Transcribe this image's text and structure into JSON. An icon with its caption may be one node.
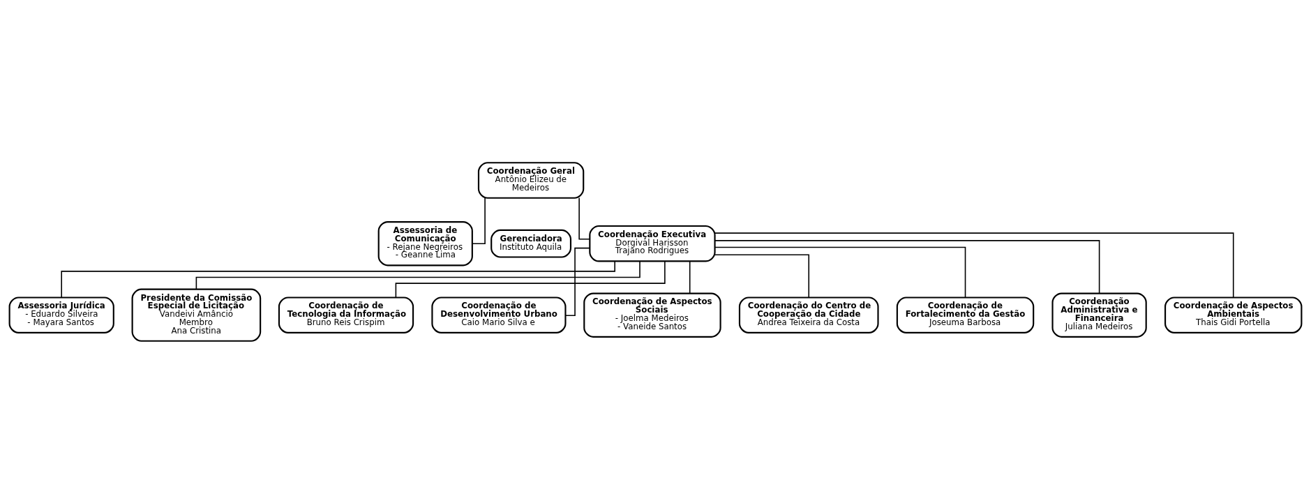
{
  "diagram": {
    "nodes": [
      {
        "text": [
          "Coordenação Geral",
          "Antônio Elizeu de Medeiros"
        ]
      },
      {
        "text": [
          "Assessoria de Comunicação",
          "- Rejane Negreiros",
          "- Geanne Lima"
        ]
      },
      {
        "text": [
          "Gerenciadora",
          "Instituto Aquila"
        ]
      },
      {
        "text": [
          "Coordenação Executiva",
          "Dorgival Harisson",
          "Trajano Rodrigues"
        ]
      },
      {
        "text": [
          "Assessoria Jurídica",
          "- Eduardo Silveira",
          "- Mayara Santos"
        ]
      },
      {
        "text": [
          "Presidente da Comissão Especial de Licitação",
          "Vandeivi Amâncio",
          "Membro",
          "Ana Cristina"
        ]
      },
      {
        "text": [
          "Coordenação de Tecnologia da Informação",
          "Bruno Reis Crispim"
        ]
      },
      {
        "text": [
          "Coordenação de Desenvolvimento Urbano",
          "Caio Mario Silva e"
        ]
      },
      {
        "text": [
          "Coordenação de Aspectos Sociais",
          "- Joelma Medeiros",
          "- Vaneide Santos"
        ]
      },
      {
        "text": [
          "Coordenação do Centro de Cooperação da Cidade",
          "Andrea Teixeira da Costa"
        ]
      },
      {
        "text": [
          "Coordenação de Fortalecimento da Gestão",
          "Joseuma Barbosa"
        ]
      },
      {
        "text": [
          "Coordenação Administrativa e Financeira",
          "Juliana Medeiros"
        ]
      },
      {
        "text": [
          "Coordenação de Aspectos Ambientais",
          "Thais Gidi Portella"
        ]
      }
    ],
    "edges": [
      {
        "from": 0,
        "to": 1,
        "arrow": "none"
      },
      {
        "from": 0,
        "to": 3,
        "arrow": "none"
      },
      {
        "from": 3,
        "to": 4,
        "arrow": "none"
      },
      {
        "from": 3,
        "to": 5,
        "arrow": "none"
      },
      {
        "from": 3,
        "to": 6,
        "arrow": "none"
      },
      {
        "from": 3,
        "to": 7,
        "arrow": "none"
      },
      {
        "from": 3,
        "to": 8,
        "arrow": "none"
      },
      {
        "from": 3,
        "to": 9,
        "arrow": "none"
      },
      {
        "from": 3,
        "to": 10,
        "arrow": "none"
      },
      {
        "from": 3,
        "to": 11,
        "arrow": "none"
      },
      {
        "from": 3,
        "to": 12,
        "arrow": "none"
      }
    ]
  }
}
